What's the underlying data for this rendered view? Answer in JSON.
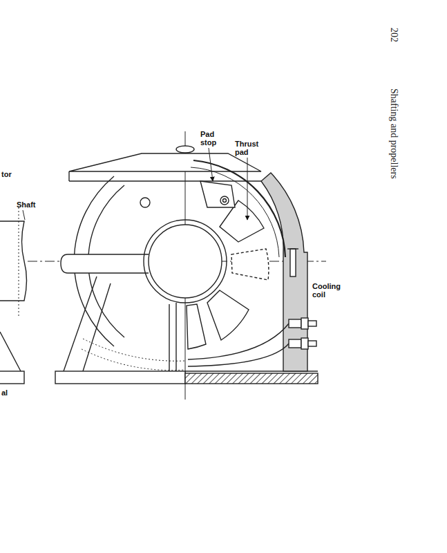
{
  "diagram": {
    "labels": [
      "202",
      "Shafting and propellers",
      "tor",
      "Shaft",
      "Pad stop",
      "Thrust pad",
      "Cooling coil",
      "al"
    ]
  }
}
